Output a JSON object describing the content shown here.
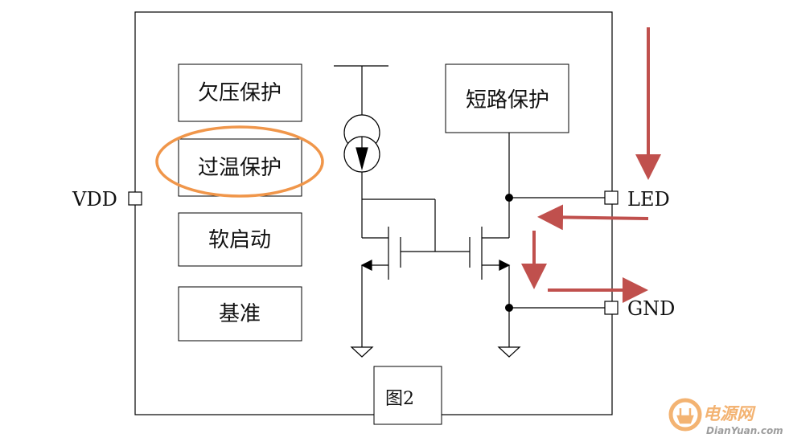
{
  "pins": {
    "vdd": "VDD",
    "led": "LED",
    "gnd": "GND"
  },
  "blocks": {
    "undervoltage": "欠压保护",
    "overtemp": "过温保护",
    "softstart": "软启动",
    "reference": "基准",
    "shortcircuit": "短路保护"
  },
  "figure_label": "图2",
  "watermark": {
    "cn": "电源网",
    "en": "DianYuan.com"
  },
  "colors": {
    "wire": "#000000",
    "highlight_ellipse": "#f0964a",
    "current_arrows": "#c0504d",
    "watermark": "#f2a65a"
  }
}
